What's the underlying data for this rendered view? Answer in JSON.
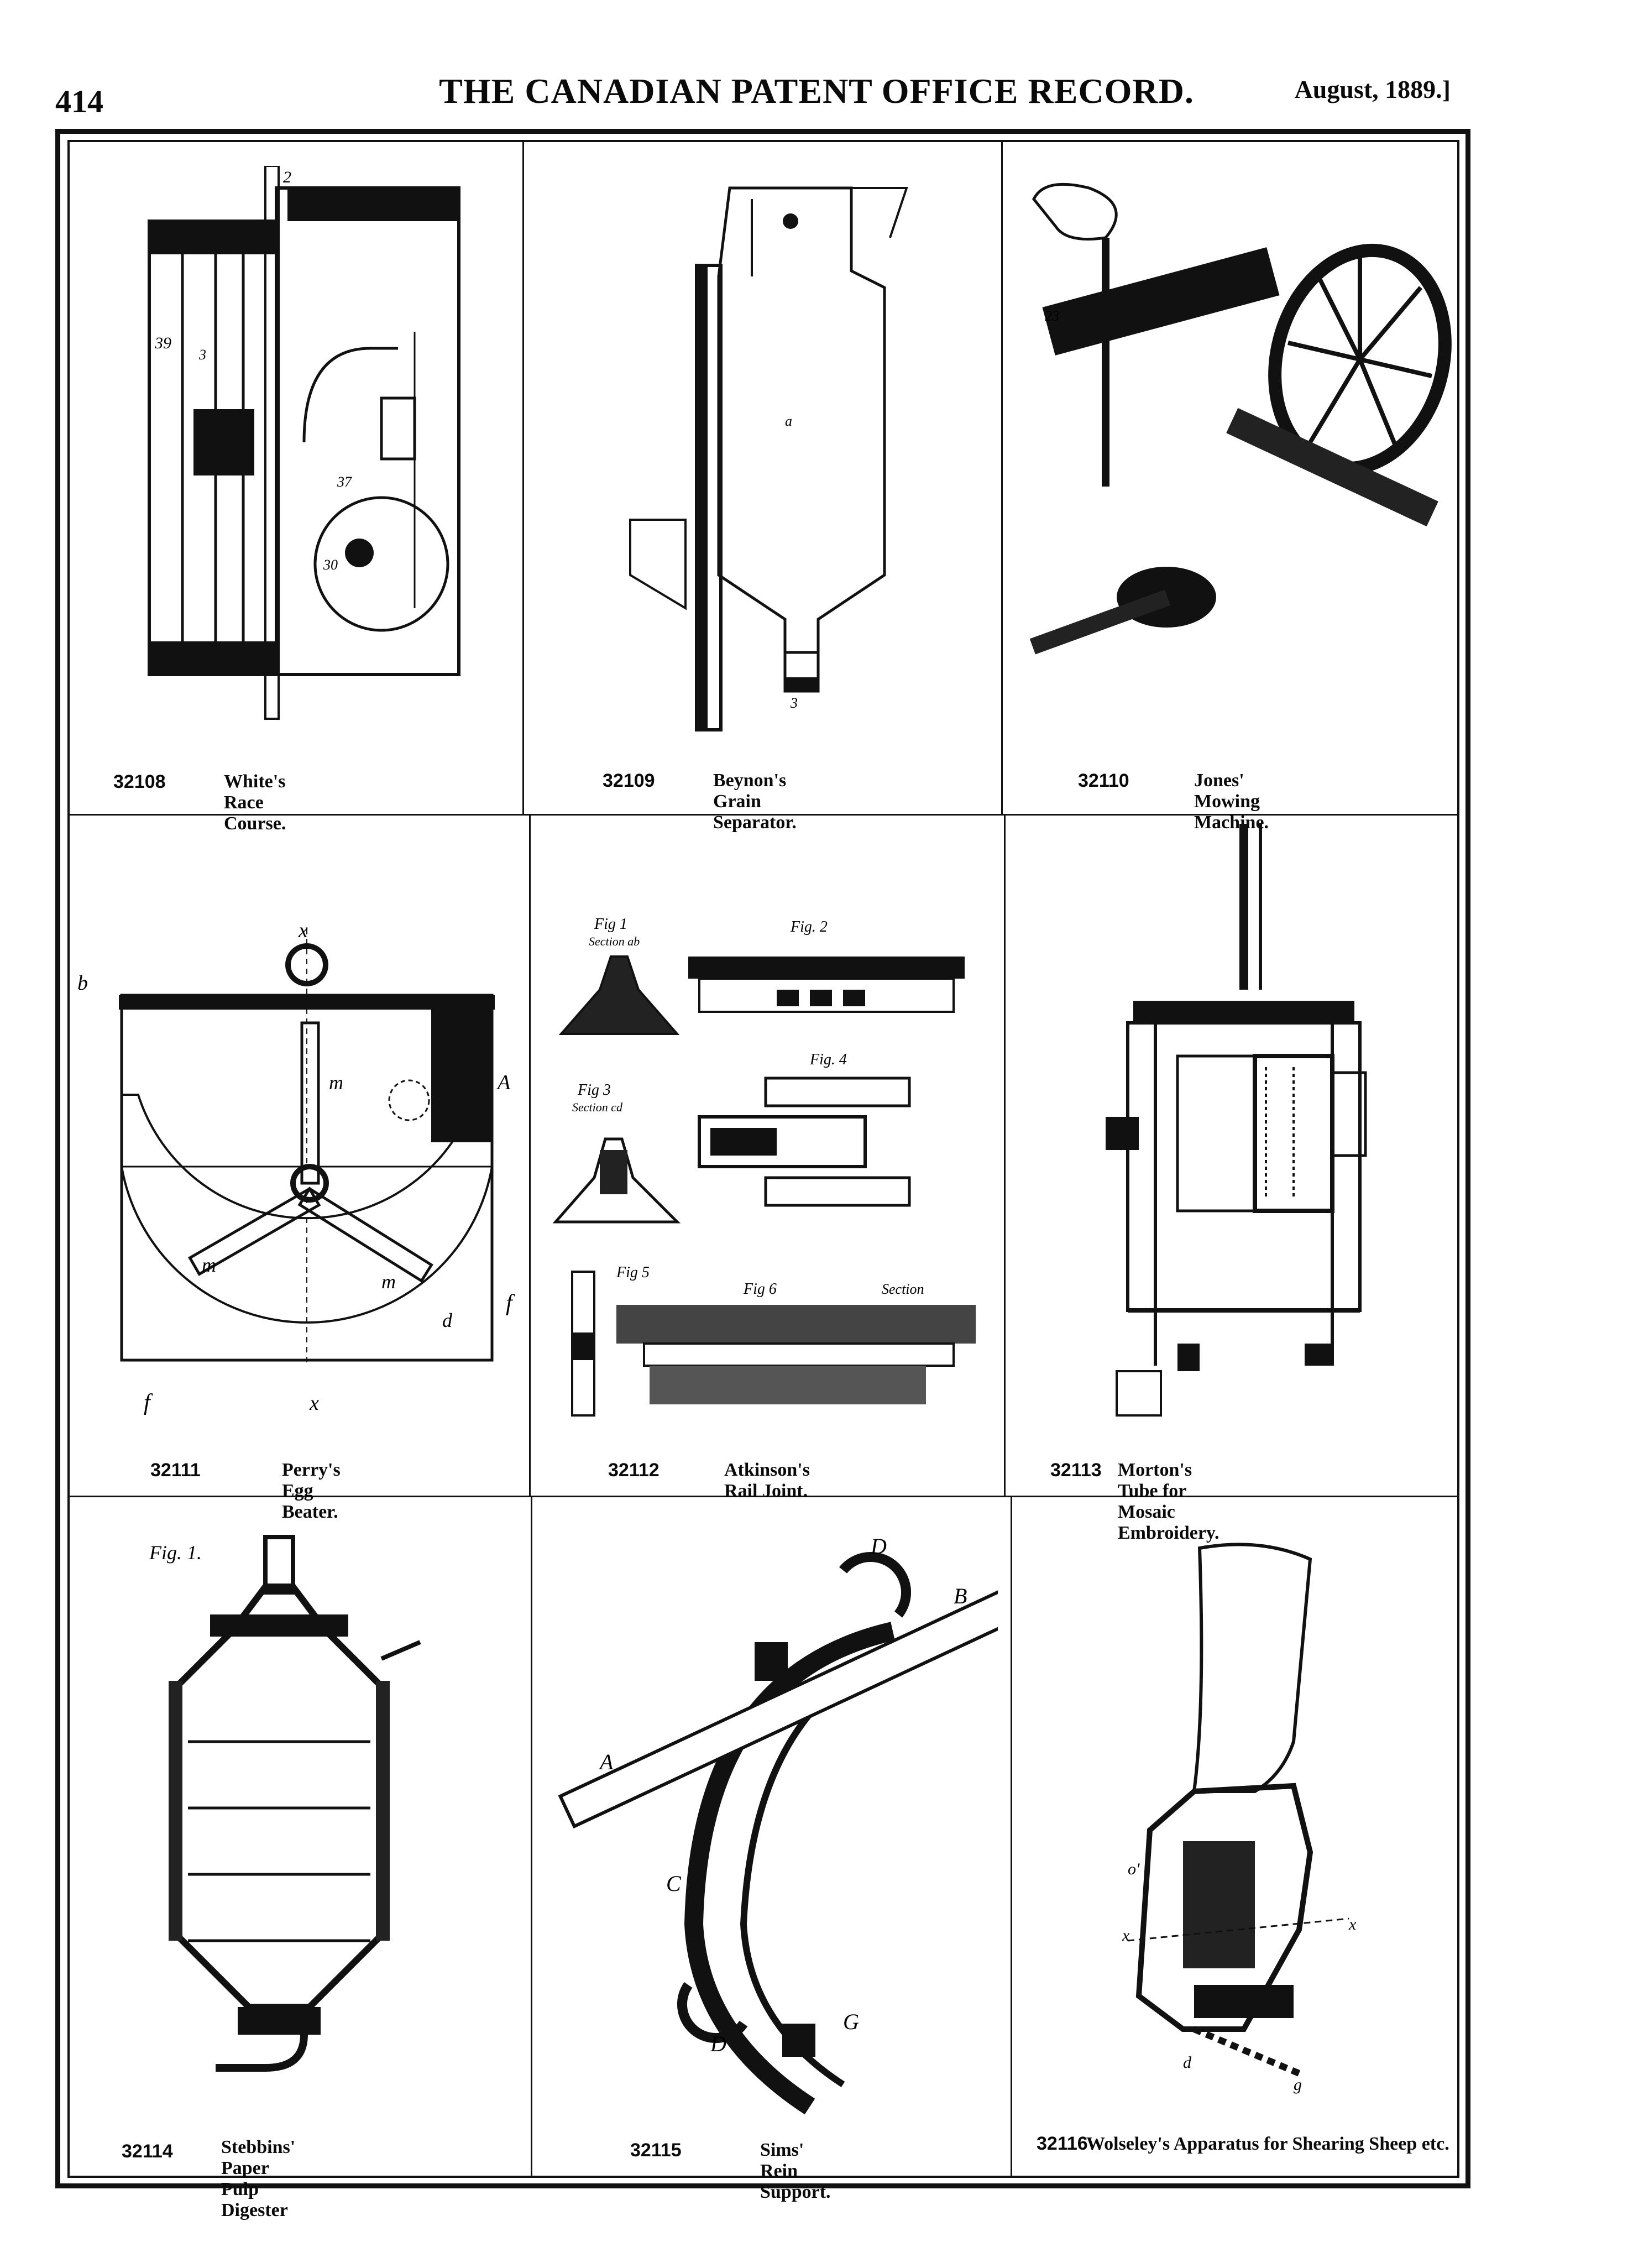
{
  "header": {
    "page_number": "414",
    "journal_title": "THE CANADIAN PATENT OFFICE RECORD.",
    "issue_date": "August, 1889.]"
  },
  "patents": [
    {
      "number": "32108",
      "title": "White's Race Course."
    },
    {
      "number": "32109",
      "title": "Beynon's Grain Separator."
    },
    {
      "number": "32110",
      "title": "Jones' Mowing Machine."
    },
    {
      "number": "32111",
      "title": "Perry's Egg Beater."
    },
    {
      "number": "32112",
      "title": "Atkinson's Rail Joint."
    },
    {
      "number": "32113",
      "title": "Morton's Tube for Mosaic Embroidery."
    },
    {
      "number": "32114",
      "title": "Stebbins' Paper Pulp Digester"
    },
    {
      "number": "32115",
      "title": "Sims' Rein Support."
    },
    {
      "number": "32116",
      "title": "Wolseley's Apparatus for Shearing Sheep etc."
    }
  ],
  "figure_labels": {
    "rail_joint": [
      "Fig 1",
      "Section ab",
      "Fig. 2",
      "Fig 3",
      "Section cd",
      "Fig. 4",
      "Fig 5",
      "Fig 6",
      "Section"
    ],
    "digester": "Fig. 1."
  }
}
